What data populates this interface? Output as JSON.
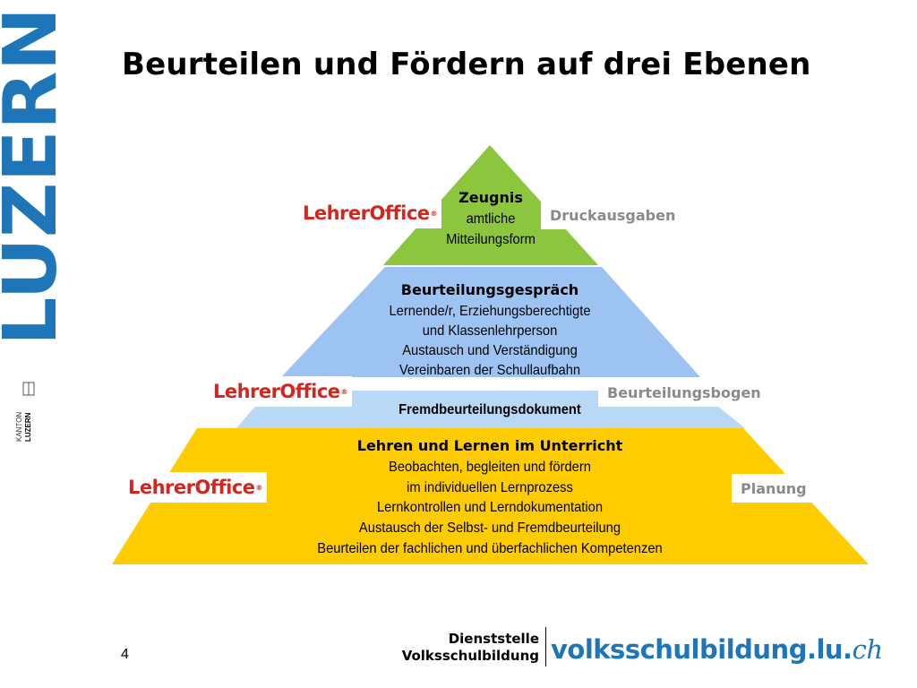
{
  "brand": {
    "vertical_word": "LUZERN",
    "kanton_label": "KANTON",
    "kanton_name": "LUZERN"
  },
  "slide": {
    "title": "Beurteilen und Fördern auf drei Ebenen",
    "page_number": "4"
  },
  "pyramid": {
    "top": {
      "heading": "Zeugnis",
      "lines": [
        "amtliche",
        "Mitteilungsform"
      ],
      "color": "#8cc63f"
    },
    "middle": {
      "heading": "Beurteilungsgespräch",
      "lines": [
        "Lernende/r, Erziehungsberechtigte",
        "und Klassenlehrperson",
        "Austausch und Verständigung",
        "Vereinbaren der Schullaufbahn"
      ],
      "band_label": "Fremdbeurteilungsdokument",
      "color": "#9cc3f2",
      "band_color": "#b9d8f5"
    },
    "bottom": {
      "heading": "Lehren und Lernen im Unterricht",
      "lines": [
        "Beobachten, begleiten und fördern",
        "im individuellen Lernprozess",
        "Lernkontrollen und Lerndokumentation",
        "Austausch der Selbst- und Fremdbeurteilung",
        "Beurteilen der fachlichen und überfachlichen Kompetenzen"
      ],
      "color": "#ffcc00"
    }
  },
  "logos": {
    "left_word": "Lehrer",
    "right_word": "Office",
    "mark": "®",
    "color": "#d2261e"
  },
  "side_labels": {
    "top": "Druckausgaben",
    "middle": "Beurteilungsbogen",
    "bottom": "Planung"
  },
  "footer": {
    "dept_line1": "Dienststelle",
    "dept_line2": "Volksschulbildung",
    "url_main": "volksschulbildung.lu.",
    "url_tld": "ch"
  },
  "colors": {
    "brand_blue": "#1e75b8",
    "label_gray": "#8a8a8a"
  }
}
